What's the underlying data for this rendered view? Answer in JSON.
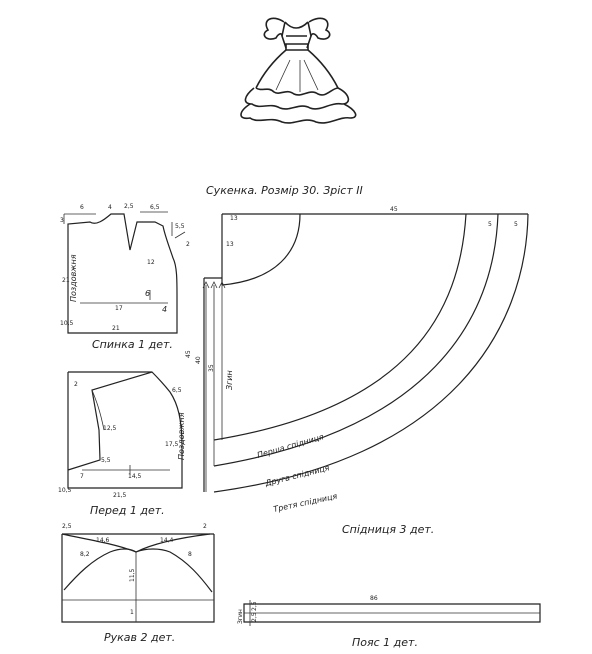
{
  "title": "Сукенка. Розмір 30. Зріст II",
  "back": {
    "label": "Спинка 1 дет.",
    "lengthwise": "Поздовжня",
    "dims": {
      "top_left": "6",
      "top_mid": "4",
      "dart_w": "2,5",
      "top_right": "6,5",
      "left_top": "3",
      "right_top": "5,5",
      "shoulder": "2",
      "mid_right": "12",
      "side": "6",
      "depth": "21",
      "width_mid": "17",
      "corner": "4",
      "bottom": "21",
      "height": "10,5"
    }
  },
  "front": {
    "label": "Перед 1 дет.",
    "lengthwise": "Поздовжня",
    "dims": {
      "shoulder": "2",
      "right": "6,5",
      "dart": "12,5",
      "dart_low": "5,5",
      "side": "17,5",
      "left": "7",
      "mid": "14,5",
      "bottom": "21,5",
      "height": "10,5"
    }
  },
  "sleeve": {
    "label": "Рукав 2 дет.",
    "dims": {
      "top_left": "2,5",
      "cap_l": "14,6",
      "cap_r": "14,4",
      "top_right": "2",
      "slant_l": "8,2",
      "slant_r": "8",
      "height": "11,5",
      "base": "1"
    }
  },
  "skirt": {
    "label": "Спідниця 3 дет.",
    "top": "45",
    "waist": "13",
    "edge": "13",
    "band1": "5",
    "band2": "5",
    "len1": "45",
    "len2": "40",
    "len3": "35",
    "fold": "Згин",
    "tier1": "Перша спідниця",
    "tier2": "Друга спідниця",
    "tier3": "Третя спідниця"
  },
  "belt": {
    "label": "Пояс 1 дет.",
    "length": "86",
    "fold": "Згин",
    "h1": "2,5",
    "h2": "2,5"
  }
}
